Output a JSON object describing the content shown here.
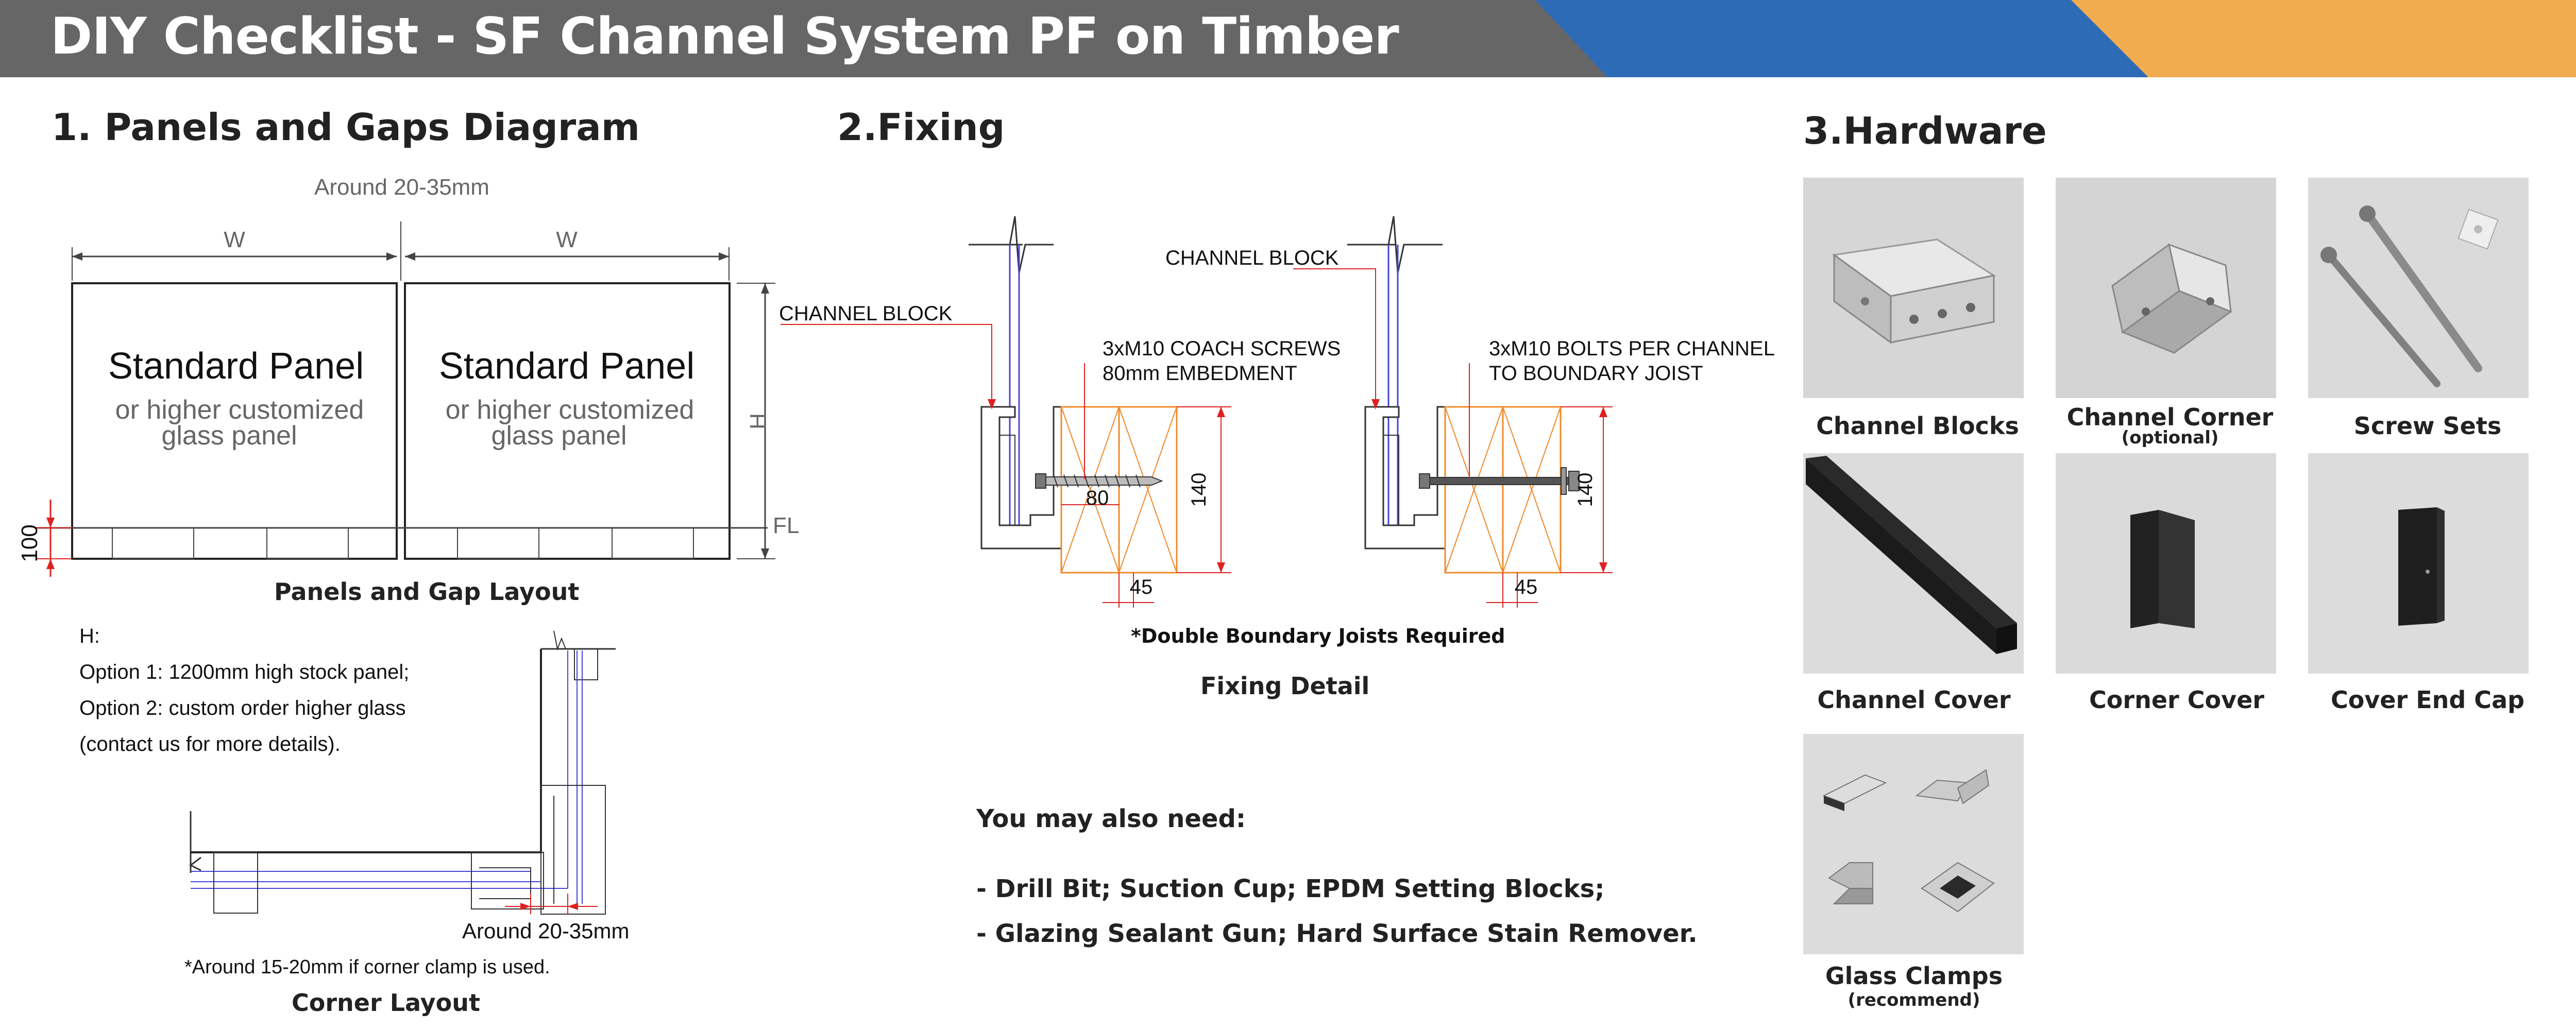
{
  "header": {
    "title": "DIY Checklist - SF Channel System PF on Timber",
    "colors": {
      "gray": "#666666",
      "blue": "#2e6bb6",
      "orange": "#f0ac4e"
    }
  },
  "section1": {
    "title": "1. Panels and Gaps Diagram",
    "gap_label": "Around 20-35mm",
    "width_label": "W",
    "height_label": "H",
    "floor_label": "FL",
    "offset_label": "100",
    "panel_title": "Standard Panel",
    "panel_sub_line1": "or higher customized",
    "panel_sub_line2": "glass panel",
    "layout_caption": "Panels and Gap Layout",
    "h_heading": "H:",
    "h_option1": "Option 1: 1200mm high stock panel;",
    "h_option2": "Option 2: custom order higher glass",
    "h_option3": "(contact us for more details).",
    "corner_gap_label": "Around 20-35mm",
    "corner_note": "*Around 15-20mm if corner clamp is used.",
    "corner_caption": "Corner Layout"
  },
  "section2": {
    "title": "2.Fixing",
    "channel_block_label": "CHANNEL BLOCK",
    "screws_line1": "3xM10 COACH SCREWS",
    "screws_line2": "80mm EMBEDMENT",
    "bolts_line1": "3xM10 BOLTS PER CHANNEL",
    "bolts_line2": "TO BOUNDARY JOIST",
    "dim_embed": "80",
    "dim_depth": "140",
    "dim_width": "45",
    "joist_note": "*Double Boundary Joists Required",
    "fixing_caption": "Fixing Detail",
    "also_need_title": "You may also need:",
    "also_need_items": [
      "-  Drill Bit; Suction Cup; EPDM Setting Blocks;",
      "-  Glazing Sealant Gun; Hard Surface Stain Remover."
    ]
  },
  "section3": {
    "title": "3.Hardware",
    "items": [
      {
        "name": "Channel Blocks",
        "sub": "",
        "icon": "channel-block-icon"
      },
      {
        "name": "Channel Corner",
        "sub": "(optional)",
        "icon": "channel-corner-icon"
      },
      {
        "name": "Screw Sets",
        "sub": "",
        "icon": "screw-set-icon"
      },
      {
        "name": "Channel Cover",
        "sub": "",
        "icon": "channel-cover-icon"
      },
      {
        "name": "Corner Cover",
        "sub": "",
        "icon": "corner-cover-icon"
      },
      {
        "name": "Cover End Cap",
        "sub": "",
        "icon": "cover-end-cap-icon"
      },
      {
        "name": "Glass Clamps",
        "sub": "(recommend)",
        "icon": "glass-clamps-icon"
      }
    ]
  }
}
